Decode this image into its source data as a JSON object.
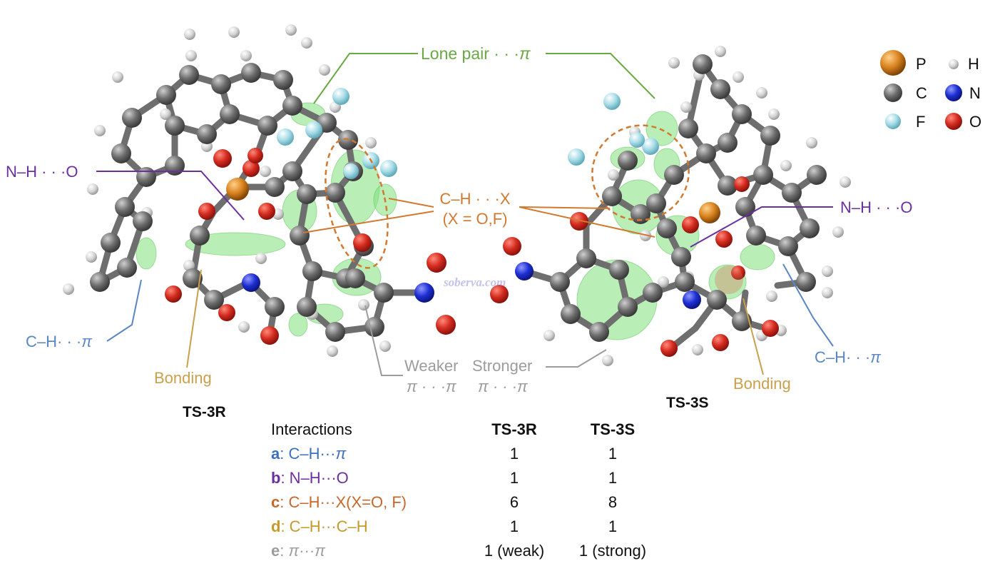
{
  "titles": {
    "left": "TS-3R",
    "right": "TS-3S"
  },
  "labels": {
    "lone_pair": "Lone pair · · ·",
    "lone_pair_pi": "π",
    "nh_o_left": "N–H · · ·O",
    "nh_o_right": "N–H · · ·O",
    "ch_x_line1": "C–H · · ·X",
    "ch_x_line2": "(X = O,F)",
    "ch_pi_left": "C–H· · ·",
    "ch_pi_left_pi": "π",
    "ch_pi_right": "C–H· · ·",
    "ch_pi_right_pi": "π",
    "bonding_left": "Bonding",
    "bonding_right": "Bonding",
    "weaker": "Weaker",
    "stronger": "Stronger",
    "pipi_left": "π · · ·π",
    "pipi_right": "π · · ·π"
  },
  "watermark": "soberva.com",
  "legend": [
    {
      "symbol": "P",
      "color": "#d9831f"
    },
    {
      "symbol": "H",
      "color": "#e6e6e6"
    },
    {
      "symbol": "C",
      "color": "#5c5c5c"
    },
    {
      "symbol": "N",
      "color": "#1f2fd4"
    },
    {
      "symbol": "F",
      "color": "#a8dde8"
    },
    {
      "symbol": "O",
      "color": "#d42b1f"
    }
  ],
  "colors": {
    "green": "#6aa844",
    "purple": "#6c2fa0",
    "orange": "#d1792f",
    "blue": "#5b86c4",
    "gold": "#c9a04c",
    "gray": "#9c9c9c",
    "surface": "#7fe07a"
  },
  "table": {
    "header": [
      "Interactions",
      "TS-3R",
      "TS-3S"
    ],
    "rows": [
      {
        "letter": "a",
        "label": ": C–H···",
        "label_pi": "π",
        "color": "#3b6fc0",
        "r": "1",
        "s": "1"
      },
      {
        "letter": "b",
        "label": ": N–H···O",
        "label_pi": "",
        "color": "#6c2fa0",
        "r": "1",
        "s": "1"
      },
      {
        "letter": "c",
        "label": ": C–H···X(X=O, F)",
        "label_pi": "",
        "color": "#c9672b",
        "r": "6",
        "s": "8"
      },
      {
        "letter": "d",
        "label": ": C–H···C–H",
        "label_pi": "",
        "color": "#c49a2a",
        "r": "1",
        "s": "1"
      },
      {
        "letter": "e",
        "label": ": ",
        "label_pi": "π···π",
        "color": "#9c9c9c",
        "r": "1 (weak)",
        "s": "1 (strong)"
      }
    ]
  }
}
